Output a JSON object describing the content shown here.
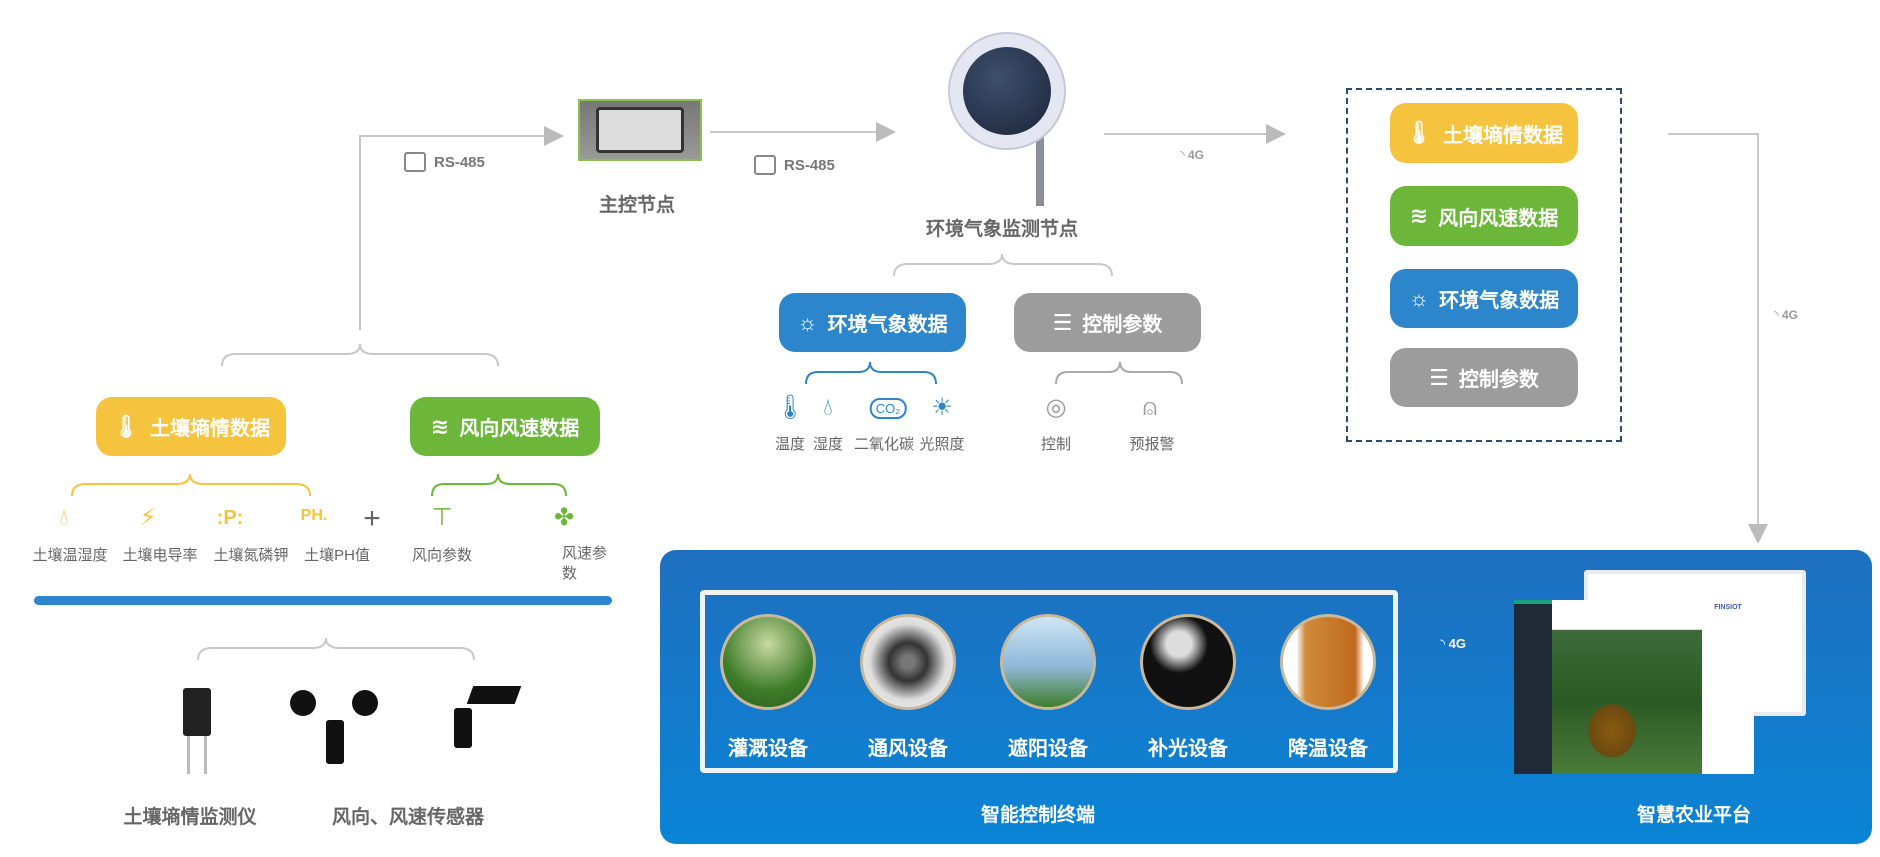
{
  "protocols": {
    "rs485_left": "RS-485",
    "rs485_mid": "RS-485",
    "g4_top": "4G",
    "g4_right": "4G",
    "g4_bottom": "4G"
  },
  "main_node": {
    "label": "主控节点"
  },
  "env_node": {
    "label": "环境气象监测节点"
  },
  "env_groups": {
    "env_data": {
      "label": "环境气象数据",
      "items": [
        "温度",
        "湿度",
        "二氧化碳",
        "光照度"
      ]
    },
    "control": {
      "label": "控制参数",
      "items": [
        "控制",
        "预报警"
      ]
    }
  },
  "left": {
    "soil": {
      "label": "土壤墒情数据",
      "items": [
        "土壤温湿度",
        "土壤电导率",
        "土壤氮磷钾",
        "土壤PH值"
      ]
    },
    "plus": "+",
    "wind": {
      "label": "风向风速数据",
      "items": [
        "风向参数",
        "风速参数"
      ]
    },
    "sensors": [
      "土壤墒情监测仪",
      "风向、风速传感器"
    ]
  },
  "summary": [
    "土壤墒情数据",
    "风向风速数据",
    "环境气象数据",
    "控制参数"
  ],
  "terminal": {
    "label": "智能控制终端",
    "devices": [
      "灌溉设备",
      "通风设备",
      "遮阳设备",
      "补光设备",
      "降温设备"
    ]
  },
  "platform": {
    "label": "智慧农业平台",
    "logo": "FINSIOT"
  },
  "colors": {
    "yellow": "#f5c33d",
    "green": "#6cb73a",
    "blue": "#2d86cc",
    "gray": "#9c9c9c",
    "panel": "#1a78c8"
  }
}
